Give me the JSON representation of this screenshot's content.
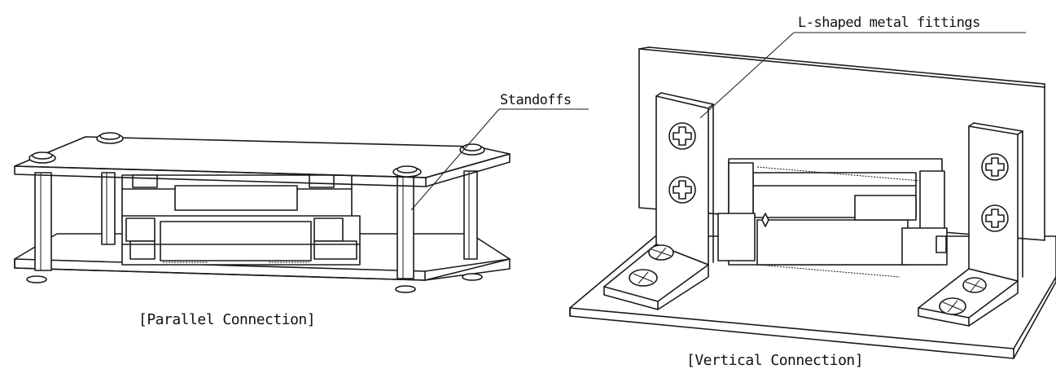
{
  "labels": {
    "standoffs": "Standoffs",
    "l_fittings": "L-shaped metal fittings"
  },
  "captions": {
    "parallel": "[Parallel Connection]",
    "vertical": "[Vertical Connection]"
  }
}
